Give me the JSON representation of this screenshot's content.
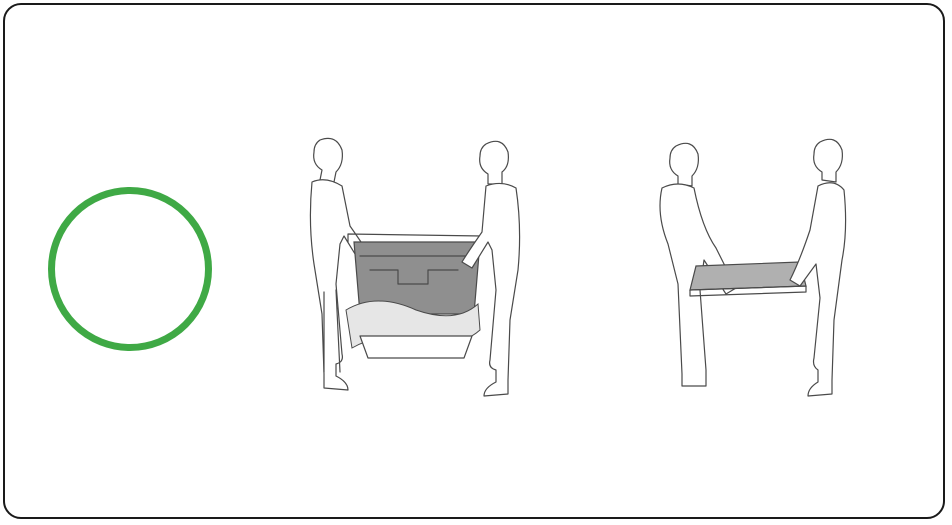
{
  "status_indicator": {
    "shape": "ring",
    "color": "#3fa945",
    "meaning": "correct"
  },
  "illustrations": [
    {
      "name": "two-people-carrying-boxed-tv",
      "tv_color": "#8f8f8f",
      "wrap_color": "#e6e6e6"
    },
    {
      "name": "two-people-carrying-flat-panel-tv",
      "tv_color": "#b0b0b0"
    }
  ],
  "colors": {
    "frame": "#1a1a1a",
    "line": "#4a4a4a",
    "background": "#ffffff"
  }
}
